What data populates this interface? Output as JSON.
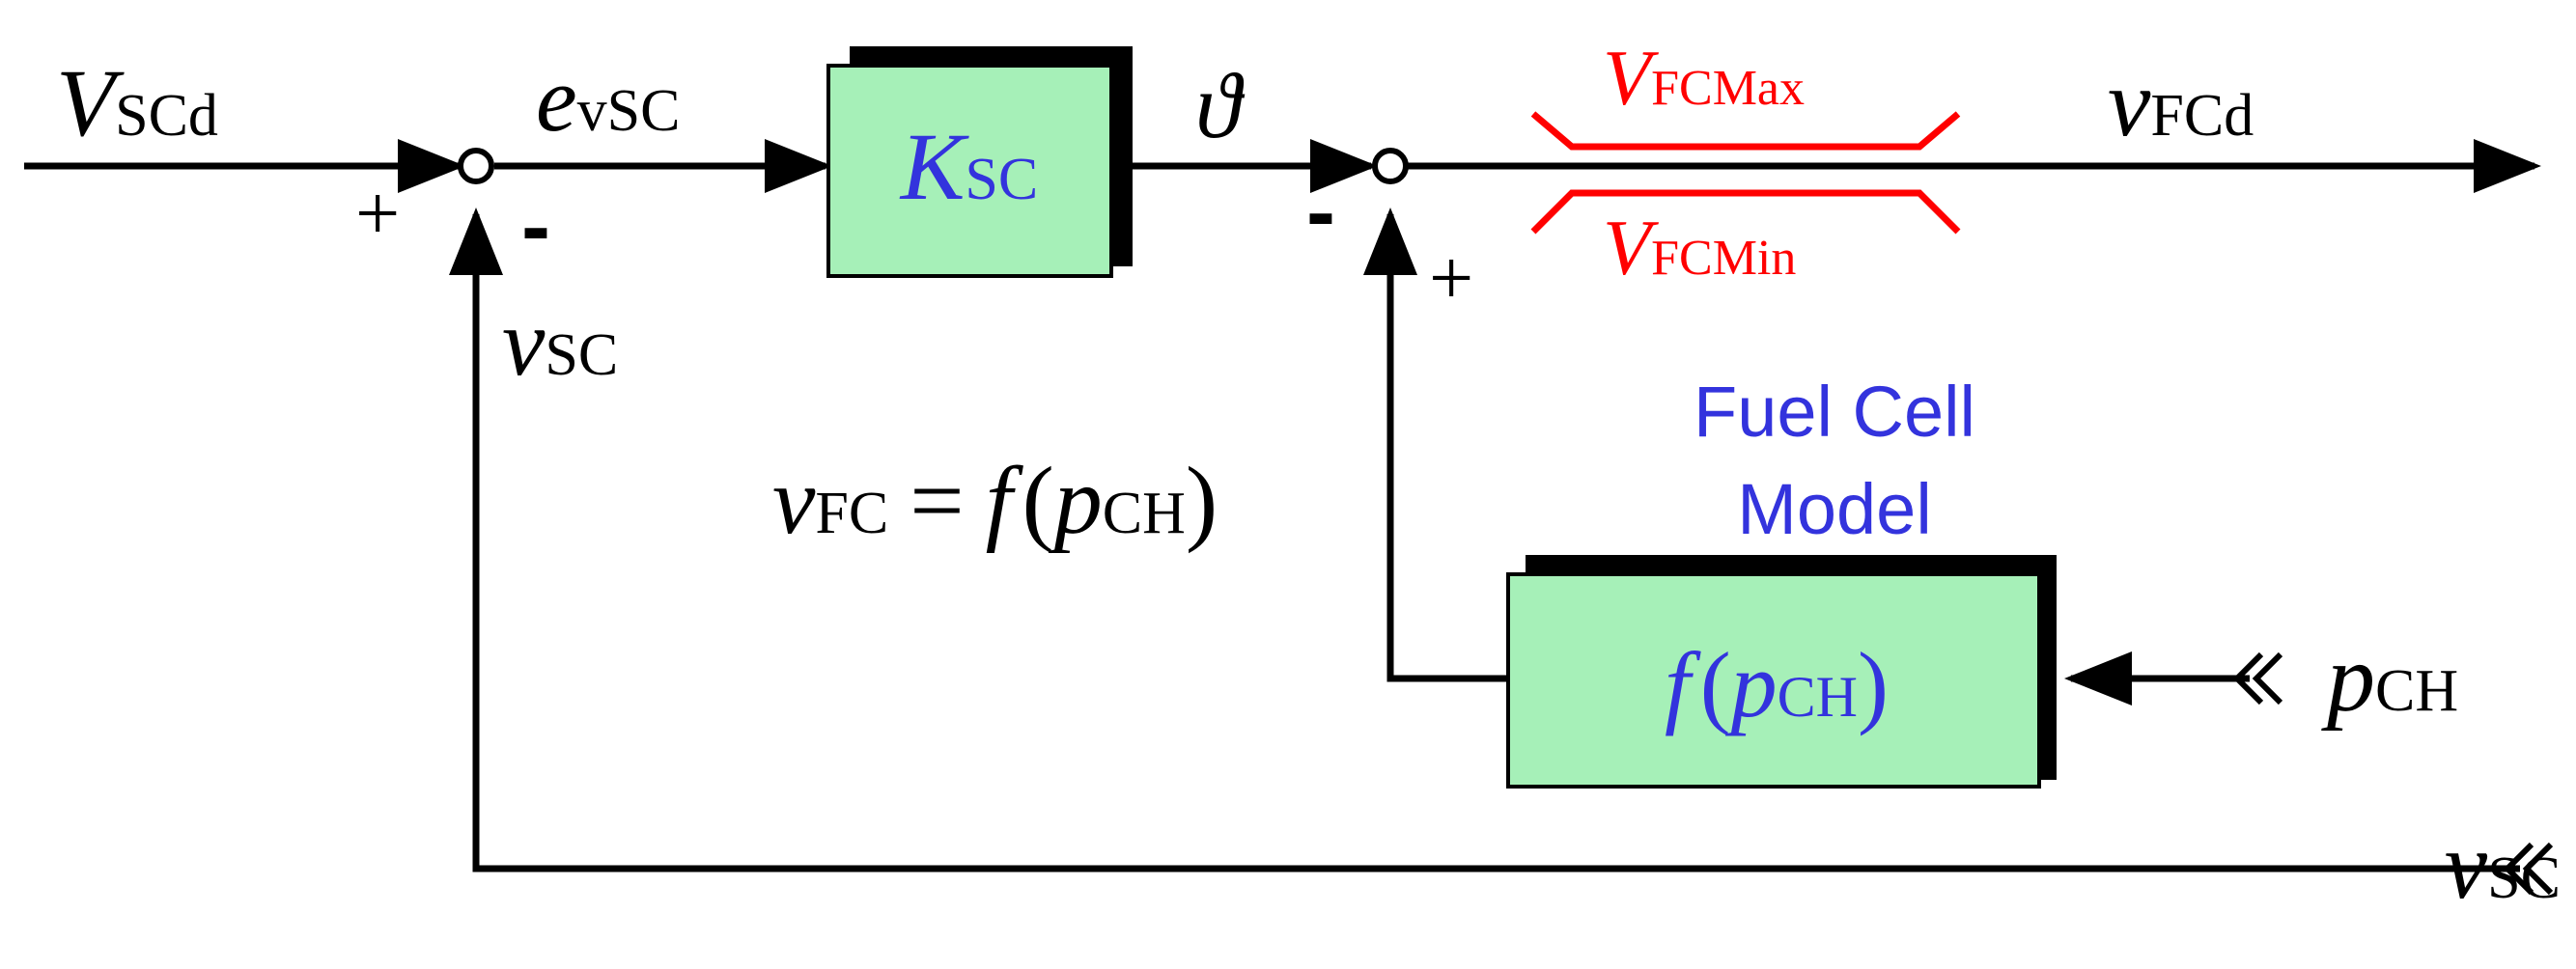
{
  "signals": {
    "reference": {
      "main": "V",
      "sub": "SCd"
    },
    "error": {
      "main": "e",
      "sub": "vSC"
    },
    "controller_output": "ϑ",
    "output": {
      "main": "v",
      "sub": "FCd"
    },
    "feedback_sc": {
      "main": "v",
      "sub": "SC"
    },
    "feedback_sc_input": {
      "main": "v",
      "sub": "SC"
    },
    "pressure_input": {
      "main": "p",
      "sub": "CH"
    },
    "fc_relation": {
      "lhs_main": "v",
      "lhs_sub": "FC",
      "eq": "=",
      "f": "f",
      "open": "(",
      "arg_main": "p",
      "arg_sub": "CH",
      "close": ")"
    }
  },
  "signs": {
    "sum1_plus": "+",
    "sum1_minus": "-",
    "sum2_minus": "-",
    "sum2_plus": "+"
  },
  "blocks": {
    "gain": {
      "main": "K",
      "sub": "SC"
    },
    "fuel_cell": {
      "title_line1": "Fuel Cell",
      "title_line2": "Model",
      "f": "f",
      "open": "(",
      "arg_main": "p",
      "arg_sub": "CH",
      "close": ")"
    }
  },
  "saturation": {
    "max": {
      "main": "V",
      "sub": "FCMax"
    },
    "min": {
      "main": "V",
      "sub": "FCMin"
    }
  },
  "colors": {
    "block_fill": "#a6f0b8",
    "block_shadow": "#000000",
    "block_text": "#3333dd",
    "saturation": "#ff0000",
    "line": "#000000"
  }
}
